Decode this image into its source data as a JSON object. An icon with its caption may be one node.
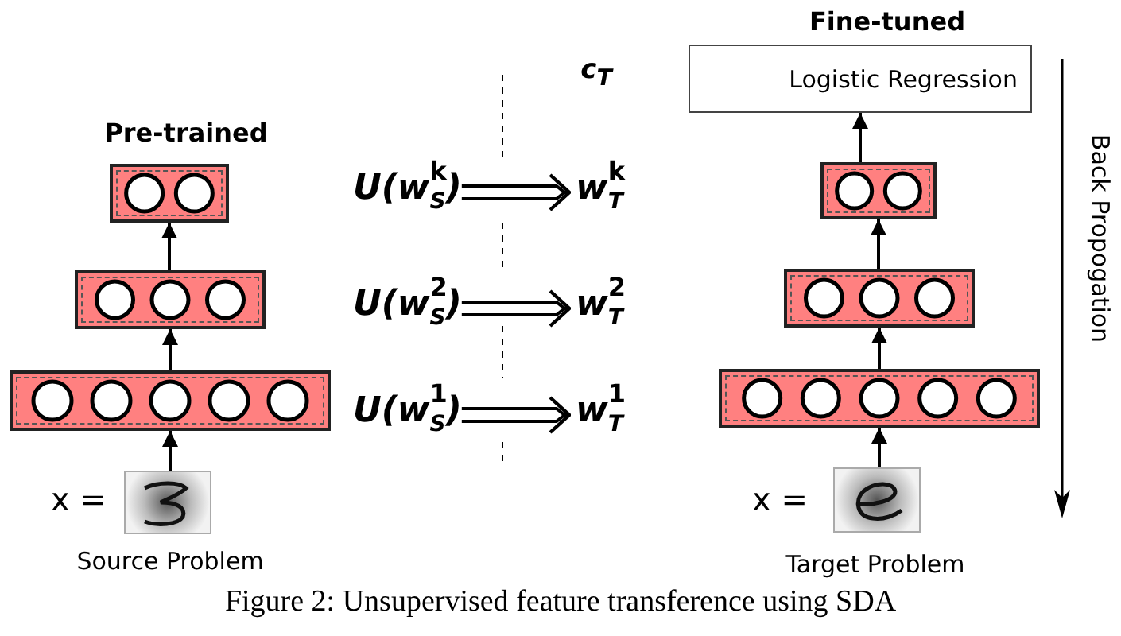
{
  "diagram": {
    "caption": "Figure 2: Unsupervised feature transference using SDA",
    "nodes": [
      {
        "text": [],
        "shape": "picture",
        "beside": [
          "x =",
          "Source Problem"
        ]
      },
      {
        "text": [],
        "shape": "box"
      },
      {
        "text": [],
        "shape": "box"
      },
      {
        "text": [],
        "shape": "box",
        "beside": [
          "Pre-trained"
        ]
      },
      {
        "text": [
          "U(w$^{1}$$_{S}$)"
        ]
      },
      {
        "text": [
          "w$^{1}$$_{T}$"
        ]
      },
      {
        "text": [
          "U(w$^{2}$$_{S}$)"
        ]
      },
      {
        "text": [
          "w$^{2}$$_{T}$"
        ]
      },
      {
        "text": [
          "U(w$^{k}$$_{S}$)"
        ]
      },
      {
        "text": [
          "w$^{k}$$_{T}$"
        ]
      },
      {
        "text": [],
        "shape": "picture",
        "beside": [
          "x =",
          "Target Problem"
        ]
      },
      {
        "text": [],
        "shape": "box"
      },
      {
        "text": [],
        "shape": "box"
      },
      {
        "text": [],
        "shape": "box"
      },
      {
        "text": [
          "Logistic Regression"
        ],
        "beside": [
          "Fine-tuned"
        ]
      }
    ],
    "edges": [
      {
        "from": 0,
        "to": 1,
        "arrow": "to"
      },
      {
        "from": 1,
        "to": 2,
        "arrow": "to"
      },
      {
        "from": 2,
        "to": 3,
        "arrow": "to"
      },
      {
        "from": 4,
        "to": 5,
        "arrow": "to"
      },
      {
        "from": 6,
        "to": 7,
        "arrow": "to"
      },
      {
        "from": 8,
        "to": 9,
        "arrow": "to"
      },
      {
        "from": 10,
        "to": 11,
        "arrow": "to"
      },
      {
        "from": 11,
        "to": 12,
        "arrow": "to"
      },
      {
        "from": 12,
        "to": 13,
        "arrow": "to"
      },
      {
        "from": 13,
        "to": 14,
        "arrow": "to"
      }
    ],
    "labels": [
      "c$_{T}$",
      "Back Propogation"
    ]
  }
}
